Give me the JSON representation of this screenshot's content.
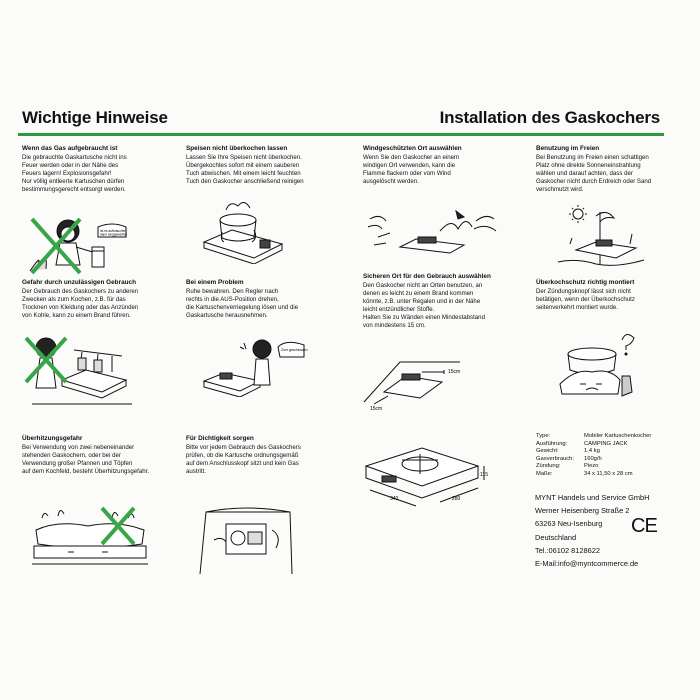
{
  "header": {
    "left_title": "Wichtige Hinweise",
    "right_title": "Installation des Gaskochers"
  },
  "colors": {
    "accent": "#2e9a3c"
  },
  "sections": [
    {
      "title": "Wenn das Gas aufgebraucht ist",
      "text": "Die gebrauchte Gaskartusche nicht ins\nFeuer werden oder in der Nähe des\nFeuers lagern! Explosionsgefahr!\nNur völlig entleerte Kartuschen dürfen\nbestimmungsgerecht entsorgt werden.",
      "bubble": "Ist es aufbrauchen,\ndann weggewerfen"
    },
    {
      "title": "Speisen nicht überkochen lassen",
      "text": "Lassen Sie Ihre Speisen nicht überkochen.\nÜbergekochtes sofort mit einem sauberen\nTuch abwischen. Mit einem leicht feuchten\nTuch den Gaskocher anschließend reinigen"
    },
    {
      "title": "Windgeschützten Ort auswählen",
      "text": "Wenn Sie den Gaskocher an einem\nwindigen Ort verwenden, kann die\nFlamme flackern oder vom Wind\nausgelöscht werden."
    },
    {
      "title": "Benutzung im Freien",
      "text": "Bei Benutzung im Freien einen schattigen\nPlatz ohne direkte Sonneneinstrahlung\nwählen und darauf achten, dass der\nGaskocher nicht durch Erdreich oder Sand\nverschmutzt wird."
    },
    {
      "title": "Gefahr durch unzulässigen Gebrauch",
      "text": "Der Gebrauch des Gaskochers zu anderen\nZwecken als zum Kochen, z.B. für das\nTrocknen von Kleidung oder das Anzünden\nvon Kohle, kann zu einem Brand führen."
    },
    {
      "title": "Bei einem Problem",
      "text": "Ruhe bewahren. Den Regler nach\nrechts in die AUS-Position drehen,\ndie Kartuschenverriegelung lösen und die\nGaskartusche herausnehmen.",
      "bubble": "Zum geschlossen"
    },
    {
      "title": "Sicheren Ort für den Gebrauch auswählen",
      "text": "Den Gaskocher nicht an Orten benutzen, an\ndenen es leicht zu einem Brand kommen\nkönnte, z.B. unter Regalen und in der Nähe\nleicht entzündlicher Stoffe.\nHalten Sie zu Wänden einen Mindestabstand\nvon mindestens 15 cm.",
      "dim1": "15cm",
      "dim2": "15cm"
    },
    {
      "title": "Überkochschutz richtig montiert",
      "text": "Der Zündungsknopf lässt sich nicht\nbetätigen, wenn der Überkochschutz\nseitenverkehrt montiert wurde."
    },
    {
      "title": "Überhitzungsgefahr",
      "text": "Bei Verwendung von zwei nebeneinander\nstehenden Gaskochern, oder bei der\nVerwendung großer Pfannen und Töpfen\nauf dem Kochfeld, besteht Überhitzungsgefahr."
    },
    {
      "title": "Für Dichtigkeit sorgen",
      "text": "Bitte vor jedem Gebrauch des Gaskochers\nprüfen, ob die Kartusche ordnungsgemäß\nauf dem Anschlusskopf sitzt und kein Gas\naustritt."
    }
  ],
  "product_dims": {
    "w": "340",
    "d": "280",
    "h": "115"
  },
  "specs": [
    {
      "k": "Type:",
      "v": "Mobiler Kartuschenkocher"
    },
    {
      "k": "Ausführung:",
      "v": "CAMPING JACK"
    },
    {
      "k": "Gewicht:",
      "v": "1,4 kg"
    },
    {
      "k": "Gasverbrauch:",
      "v": "160g/h"
    },
    {
      "k": "Zündung:",
      "v": "Piezo"
    },
    {
      "k": "Maße:",
      "v": "34 x 11,50 x 28 cm"
    }
  ],
  "contact": {
    "company": "MYNT Handels und Service GmbH",
    "street": "Werner Heisenberg Straße 2",
    "city": "63263 Neu-Isenburg",
    "country": "Deutschland",
    "tel": "Tel.:06102 8128622",
    "email": "E-Mail:info@myntcommerce.de",
    "mark": "CE"
  }
}
